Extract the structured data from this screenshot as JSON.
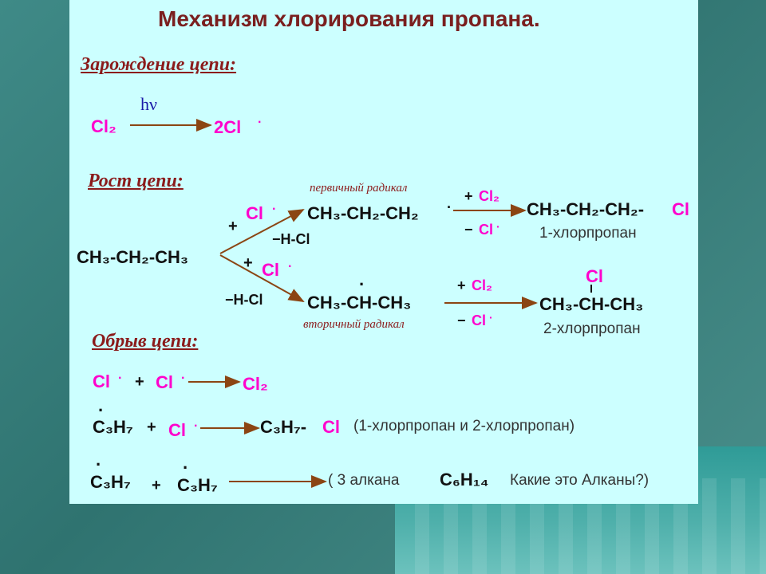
{
  "title": "Механизм хлорирования пропана.",
  "sections": {
    "initiation": "Зарождение цепи:",
    "propagation": "Рост цепи:",
    "termination": "Обрыв цепи:"
  },
  "initiation": {
    "reactant": "Cl₂",
    "condition": "hν",
    "product": "2Cl"
  },
  "propagation": {
    "propane": "CH₃-CH₂-CH₃",
    "upper": {
      "plus": "+",
      "reagent": "Cl",
      "minus": "−H-Cl",
      "radical_label": "первичный радикал",
      "radical": "CH₃-CH₂-CH₂",
      "plus2": "+",
      "reagent2": "Cl₂",
      "minus2": "−",
      "minus2_reagent": "Cl",
      "product_formula": "CH₃-CH₂-CH₂-",
      "product_cl": "Cl",
      "product_name": "1-хлорпропан"
    },
    "lower": {
      "plus": "+",
      "reagent": "Cl",
      "minus": "−H-Cl",
      "radical": "CH₃-CH-CH₃",
      "radical_label": "вторичный радикал",
      "plus2": "+",
      "reagent2": "Cl₂",
      "minus2": "−",
      "minus2_reagent": "Cl",
      "product_cl": "Cl",
      "product_formula": "CH₃-CH-CH₃",
      "product_name": "2-хлорпропан"
    }
  },
  "termination": {
    "r1": {
      "a": "Cl",
      "plus": "+",
      "b": "Cl",
      "product": "Cl₂"
    },
    "r2": {
      "a": "C₃H₇",
      "plus": "+",
      "b": "Cl",
      "product": "C₃H₇-",
      "product_cl": "Cl",
      "note": "(1-хлорпропан и 2-хлорпропан)"
    },
    "r3": {
      "a": "C₃H₇",
      "plus": "+",
      "b": "C₃H₇",
      "note_open": "( 3 алкана",
      "formula": "C₆H₁₄",
      "note_close": "Какие это Алканы?)"
    }
  },
  "dot": "·",
  "colors": {
    "reagent": "#ff00cc",
    "arrow": "#8b4513",
    "heading": "#8b1b1b"
  }
}
